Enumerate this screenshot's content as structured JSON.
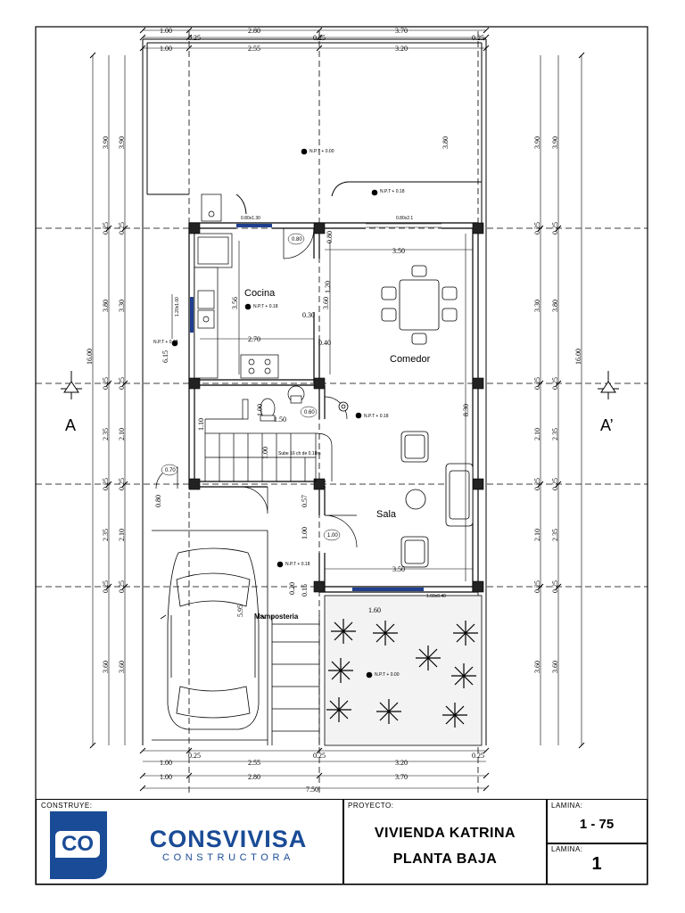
{
  "dims": {
    "top_row1": [
      "1.00",
      "2.80",
      "3.70"
    ],
    "top_row2": [
      "0.25",
      "0.25",
      "0.25"
    ],
    "top_row3": [
      "1.00",
      "2.55",
      "3.20"
    ],
    "left_outer": [
      "3.90",
      "0.25",
      "3.80",
      "0.25",
      "2.35",
      "0.25",
      "2.35",
      "0.25",
      "3.60"
    ],
    "left_inner": [
      "3.90",
      "0.25",
      "3.30",
      "0.25",
      "2.10",
      "0.25",
      "2.10",
      "0.25",
      "3.60"
    ],
    "total_height": "16.00",
    "inner_615": "6.15",
    "bottom_row1": [
      "1.00",
      "2.55",
      "3.20"
    ],
    "bottom_row2": [
      "0.25",
      "0.25",
      "0.25"
    ],
    "bottom_row3": [
      "1.00",
      "2.80",
      "3.70"
    ],
    "total_width": "7.50",
    "misc": {
      "d350a": "3.50",
      "d350b": "3.50",
      "d270": "2.70",
      "d356": "3.56",
      "d360": "3.60",
      "d830": "8.30",
      "d120": "1.20",
      "d080a": "0.80",
      "d030": "0.30",
      "d040": "0.40",
      "d100a": "1.00",
      "d150": "1.50",
      "d110": "1.10",
      "d100b": "1.00",
      "d080b": "0.80",
      "d057": "0.57",
      "d100c": "1.00",
      "d020": "0.20",
      "d015": "0.15",
      "d595": "5.95",
      "d160": "1.60",
      "d380": "3.80"
    }
  },
  "labels": {
    "npt_000_top": "N.P.T + 0.00",
    "npt_018_a": "N.P.T + 0.18",
    "npt_018_b": "N.P.T + 0.18",
    "npt_018_c": "N.P.T + 0.18",
    "npt_018_d": "N.P.T + 0.18",
    "npt_018_e": "N.P.T + 0.18",
    "npt_000_garden": "N.P.T + 0.00",
    "win_top": "0.80x1.30",
    "win_comedor": "0.80x2.1",
    "win_kitchen": "1.20x1.00",
    "win_sala": "1.60x0.40",
    "door_080": "0.80",
    "door_060": "0.60",
    "door_070": "0.70",
    "door_100": "1.00",
    "stairs": "Sube 16 ch de 0.18m"
  },
  "rooms": {
    "cocina": "Cocina",
    "comedor": "Comedor",
    "sala": "Sala",
    "mamposteria": "Mamposteria"
  },
  "section": {
    "left": "A",
    "right": "A’"
  },
  "title_block": {
    "construye_label": "CONSTRUYE:",
    "logo_mark": "CO",
    "company": "CONSVIVISA",
    "company_sub": "CONSTRUCTORA",
    "proyecto_label": "PROYECTO:",
    "project_name": "VIVIENDA KATRINA",
    "sheet_name": "PLANTA BAJA",
    "lamina_label_1": "LAMINA:",
    "scale": "1 - 75",
    "lamina_label_2": "LAMINA:",
    "sheet_number": "1"
  },
  "colors": {
    "line": "#000000",
    "window_blue": "#1f3f8f",
    "logo_blue": "#1a4b96"
  }
}
